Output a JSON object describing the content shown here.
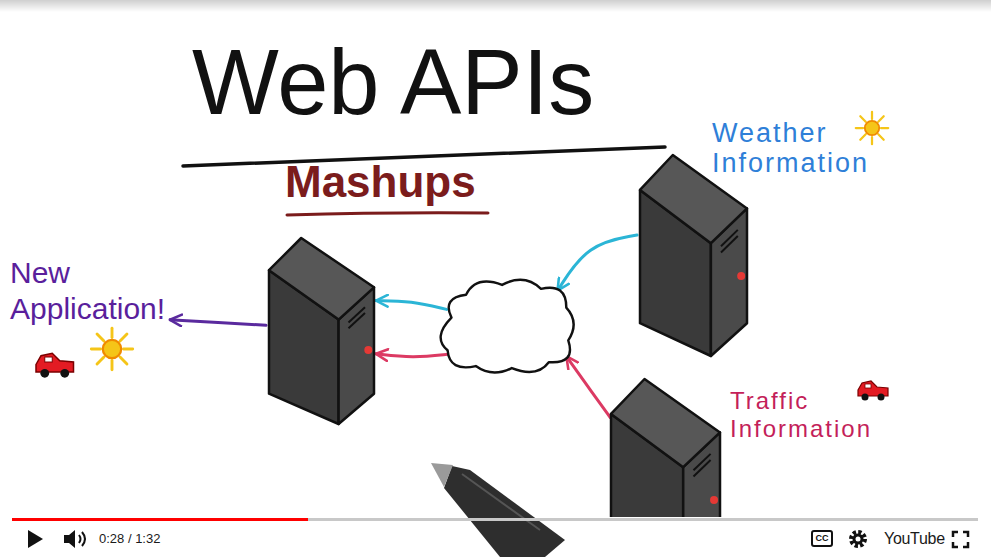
{
  "diagram": {
    "title": "Web APIs",
    "nodes": [
      {
        "text": [
          "Weather Information"
        ]
      },
      {
        "text": [
          "New Application!"
        ]
      },
      {
        "text": []
      },
      {
        "text": []
      },
      {
        "text": [
          "Traffic Information"
        ]
      }
    ],
    "edges": [
      {
        "from": 0,
        "to": 3,
        "arrow": "to"
      },
      {
        "from": 3,
        "to": 2,
        "arrow": "to"
      },
      {
        "from": 4,
        "to": 3,
        "arrow": "to"
      },
      {
        "from": 3,
        "to": 2,
        "arrow": "to"
      },
      {
        "from": 2,
        "to": 1,
        "arrow": "to"
      }
    ],
    "labels": [
      "Mashups",
      "0:28 / 1:32",
      "CC",
      "YouTube"
    ]
  }
}
